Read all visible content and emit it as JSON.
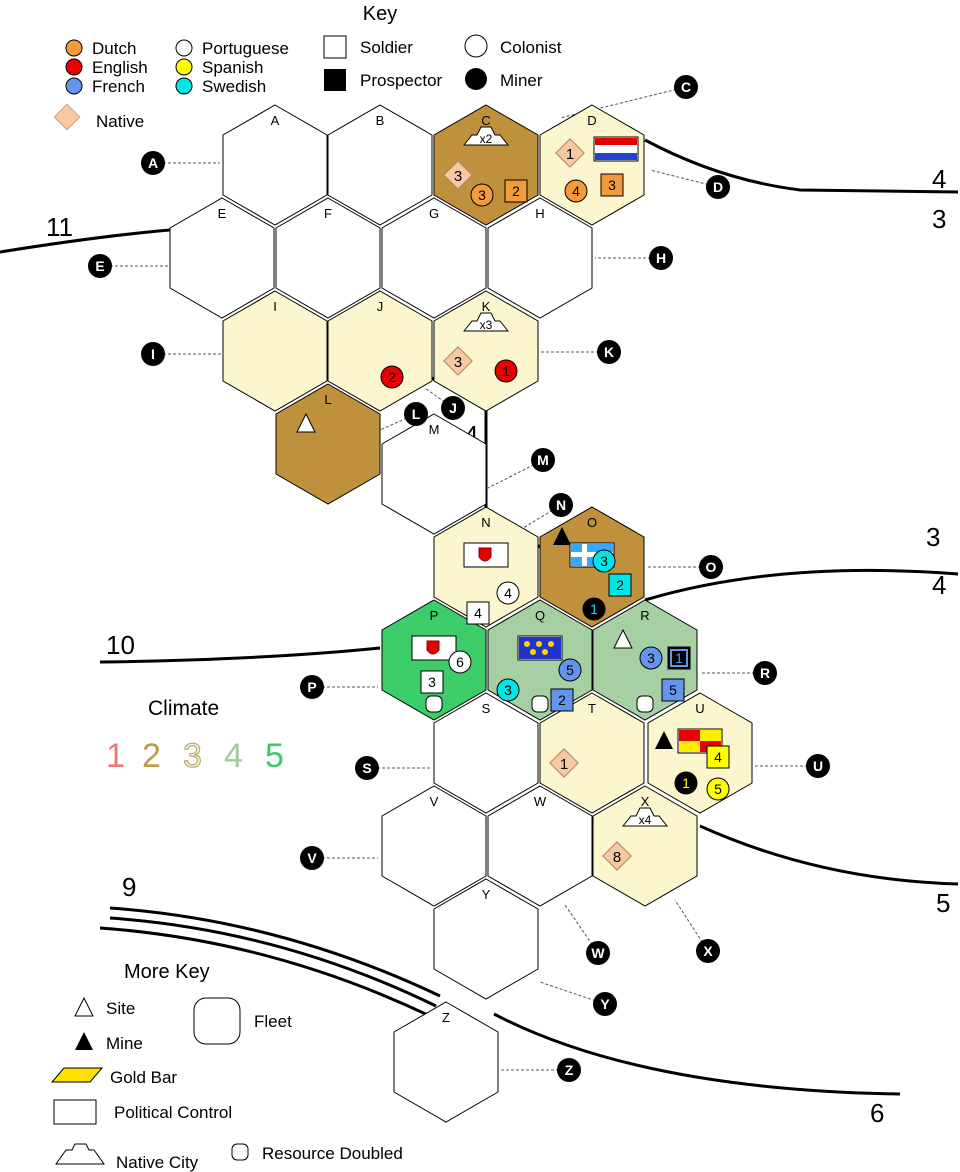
{
  "title": "Key",
  "key": {
    "nations": [
      {
        "label": "Dutch",
        "color": "#f39a3c"
      },
      {
        "label": "English",
        "color": "#e60000"
      },
      {
        "label": "French",
        "color": "#6495ed"
      },
      {
        "label": "Portuguese",
        "color": "#ffffff"
      },
      {
        "label": "Spanish",
        "color": "#ffff00"
      },
      {
        "label": "Swedish",
        "color": "#00e5e5"
      }
    ],
    "native": "Native",
    "units": [
      "Soldier",
      "Colonist",
      "Prospector",
      "Miner"
    ]
  },
  "more_key": {
    "title": "More Key",
    "site": "Site",
    "mine": "Mine",
    "fleet": "Fleet",
    "gold_bar": "Gold Bar",
    "political_control": "Political Control",
    "native_city": "Native City",
    "resource_doubled": "Resource Doubled"
  },
  "climate": {
    "title": "Climate",
    "levels": [
      {
        "label": "1",
        "color": "#ee7777"
      },
      {
        "label": "2",
        "color": "#c19a48"
      },
      {
        "label": "3",
        "color": "#f5f0c8"
      },
      {
        "label": "4",
        "color": "#9fcd9a"
      },
      {
        "label": "5",
        "color": "#3ec86a"
      }
    ]
  },
  "climate_colors": {
    "2": "#c0913d",
    "3": "#fbf6cd",
    "4": "#a6cfa4",
    "5": "#3dcc6a",
    "none": "#ffffff"
  },
  "hexes": [
    {
      "id": "A",
      "climate": "none"
    },
    {
      "id": "B",
      "climate": "none"
    },
    {
      "id": "C",
      "climate": "2",
      "city": "x2",
      "native": "3",
      "units": [
        {
          "type": "colonist",
          "nation": "Dutch",
          "n": "3"
        },
        {
          "type": "soldier",
          "nation": "Dutch",
          "n": "2"
        }
      ]
    },
    {
      "id": "D",
      "climate": "3",
      "native": "1",
      "flag": "dutch",
      "units": [
        {
          "type": "colonist",
          "nation": "Dutch",
          "n": "4"
        },
        {
          "type": "soldier",
          "nation": "Dutch",
          "n": "3"
        }
      ]
    },
    {
      "id": "E",
      "climate": "none"
    },
    {
      "id": "F",
      "climate": "none"
    },
    {
      "id": "G",
      "climate": "none"
    },
    {
      "id": "H",
      "climate": "none"
    },
    {
      "id": "I",
      "climate": "3"
    },
    {
      "id": "J",
      "climate": "3",
      "units": [
        {
          "type": "colonist",
          "nation": "English",
          "n": "2"
        }
      ]
    },
    {
      "id": "K",
      "climate": "3",
      "city": "x3",
      "native": "3",
      "units": [
        {
          "type": "colonist",
          "nation": "English",
          "n": "1"
        }
      ]
    },
    {
      "id": "L",
      "climate": "2",
      "site": true
    },
    {
      "id": "M",
      "climate": "none"
    },
    {
      "id": "N",
      "climate": "3",
      "flag": "portuguese",
      "units": [
        {
          "type": "colonist",
          "nation": "Portuguese",
          "n": "4"
        },
        {
          "type": "soldier",
          "nation": "Portuguese",
          "n": "4"
        }
      ]
    },
    {
      "id": "O",
      "climate": "2",
      "mine": true,
      "flag": "swedish",
      "units": [
        {
          "type": "colonist",
          "nation": "Swedish",
          "n": "3"
        },
        {
          "type": "soldier",
          "nation": "Swedish",
          "n": "2"
        },
        {
          "type": "miner",
          "nation": "Swedish",
          "n": "1"
        }
      ]
    },
    {
      "id": "P",
      "climate": "5",
      "flag": "portuguese",
      "fleet": true,
      "units": [
        {
          "type": "colonist",
          "nation": "Portuguese",
          "n": "6"
        },
        {
          "type": "soldier",
          "nation": "Portuguese",
          "n": "3"
        }
      ]
    },
    {
      "id": "Q",
      "climate": "4",
      "flag": "french",
      "fleet": true,
      "units": [
        {
          "type": "colonist",
          "nation": "French",
          "n": "5"
        },
        {
          "type": "colonist",
          "nation": "Swedish",
          "n": "3"
        },
        {
          "type": "soldier",
          "nation": "French",
          "n": "2"
        }
      ]
    },
    {
      "id": "R",
      "climate": "4",
      "site": true,
      "fleet": true,
      "units": [
        {
          "type": "colonist",
          "nation": "French",
          "n": "3"
        },
        {
          "type": "prospector",
          "nation": "French",
          "n": "1"
        },
        {
          "type": "soldier",
          "nation": "French",
          "n": "5"
        }
      ]
    },
    {
      "id": "S",
      "climate": "none"
    },
    {
      "id": "T",
      "climate": "3",
      "native": "1"
    },
    {
      "id": "U",
      "climate": "3",
      "mine": true,
      "flag": "spanish",
      "units": [
        {
          "type": "soldier",
          "nation": "Spanish",
          "n": "4"
        },
        {
          "type": "miner",
          "nation": "Spanish",
          "n": "1"
        },
        {
          "type": "colonist",
          "nation": "Spanish",
          "n": "5"
        }
      ]
    },
    {
      "id": "V",
      "climate": "none"
    },
    {
      "id": "W",
      "climate": "none"
    },
    {
      "id": "X",
      "climate": "3",
      "city": "x4",
      "native": "8"
    },
    {
      "id": "Y",
      "climate": "none"
    },
    {
      "id": "Z",
      "climate": "none"
    }
  ],
  "callouts": [
    "A",
    "C",
    "D",
    "E",
    "H",
    "I",
    "J",
    "K",
    "L",
    "M",
    "N",
    "O",
    "P",
    "R",
    "S",
    "U",
    "V",
    "W",
    "X",
    "Y",
    "Z"
  ],
  "borders": [
    "11",
    "4",
    "3",
    "3",
    "4",
    "10",
    "5",
    "9",
    "6",
    "4"
  ]
}
